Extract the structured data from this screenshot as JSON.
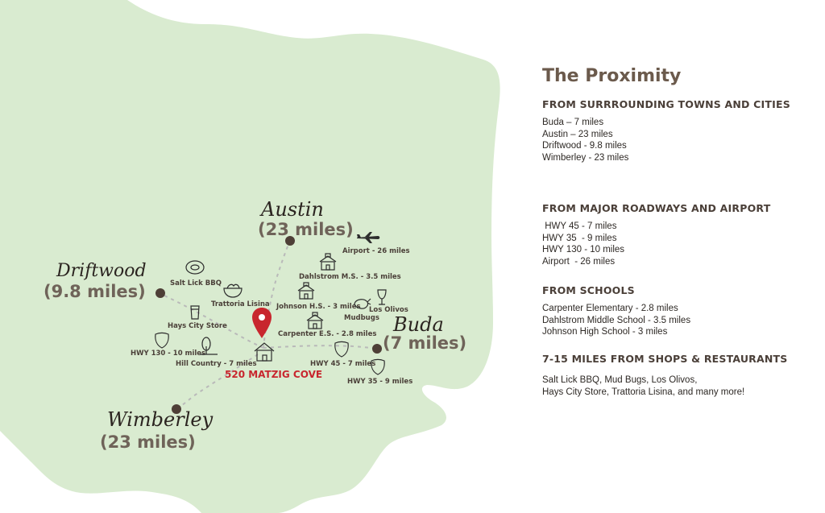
{
  "panel": {
    "title": "The Proximity",
    "sections": [
      {
        "heading": "FROM SURRROUNDING TOWNS AND CITIES",
        "lines": [
          "Buda – 7 miles",
          "Austin – 23 miles",
          "Driftwood - 9.8 miles",
          "Wimberley - 23 miles"
        ]
      },
      {
        "heading": "FROM MAJOR ROADWAYS AND AIRPORT",
        "lines": [
          " HWY 45 - 7 miles",
          "HWY 35  - 9 miles",
          "HWY 130 - 10 miles",
          "Airport  - 26 miles"
        ]
      },
      {
        "heading": "FROM SCHOOLS",
        "lines": [
          "Carpenter Elementary - 2.8 miles",
          "Dahlstrom Middle School - 3.5 miles",
          "Johnson High School - 3 miles"
        ]
      },
      {
        "heading": "7-15 MILES FROM SHOPS & RESTAURANTS",
        "lines": [
          "Salt Lick BBQ, Mud Bugs, Los Olivos,",
          "Hays City Store, Trattoria Lisina, and many more!"
        ]
      }
    ]
  },
  "map": {
    "land_color": "#d9ebd0",
    "dot_color": "#4e3f37",
    "pin_color": "#c8262e",
    "home_label": "520 MATZIG COVE",
    "cities": [
      {
        "name": "Austin",
        "distance": "(23 miles)"
      },
      {
        "name": "Driftwood",
        "distance": "(9.8 miles)"
      },
      {
        "name": "Buda",
        "distance": "(7 miles)"
      },
      {
        "name": "Wimberley",
        "distance": "(23 miles)"
      }
    ],
    "points_of_interest": [
      {
        "label": "Airport - 26 miles",
        "icon": "airplane-icon"
      },
      {
        "label": "Dahlstrom M.S. - 3.5 miles",
        "icon": "school-icon"
      },
      {
        "label": "Johnson H.S. - 3 miles",
        "icon": "school-icon"
      },
      {
        "label": "Carpenter E.S. - 2.8 miles",
        "icon": "school-icon"
      },
      {
        "label": "Salt Lick BBQ",
        "icon": "steak-icon"
      },
      {
        "label": "Trattoria Lisina",
        "icon": "pasta-icon"
      },
      {
        "label": "Hays City Store",
        "icon": "beer-icon"
      },
      {
        "label": "HWY 130 - 10 miles",
        "icon": "highway-shield-icon"
      },
      {
        "label": "Hill Country - 7 miles",
        "icon": "trees-icon"
      },
      {
        "label": "Mudbugs",
        "icon": "crawfish-icon"
      },
      {
        "label": "Los Olivos",
        "icon": "wine-glass-icon"
      },
      {
        "label": "HWY 45 - 7 miles",
        "icon": "highway-shield-icon"
      },
      {
        "label": "HWY 35 - 9 miles",
        "icon": "highway-shield-icon"
      }
    ]
  }
}
